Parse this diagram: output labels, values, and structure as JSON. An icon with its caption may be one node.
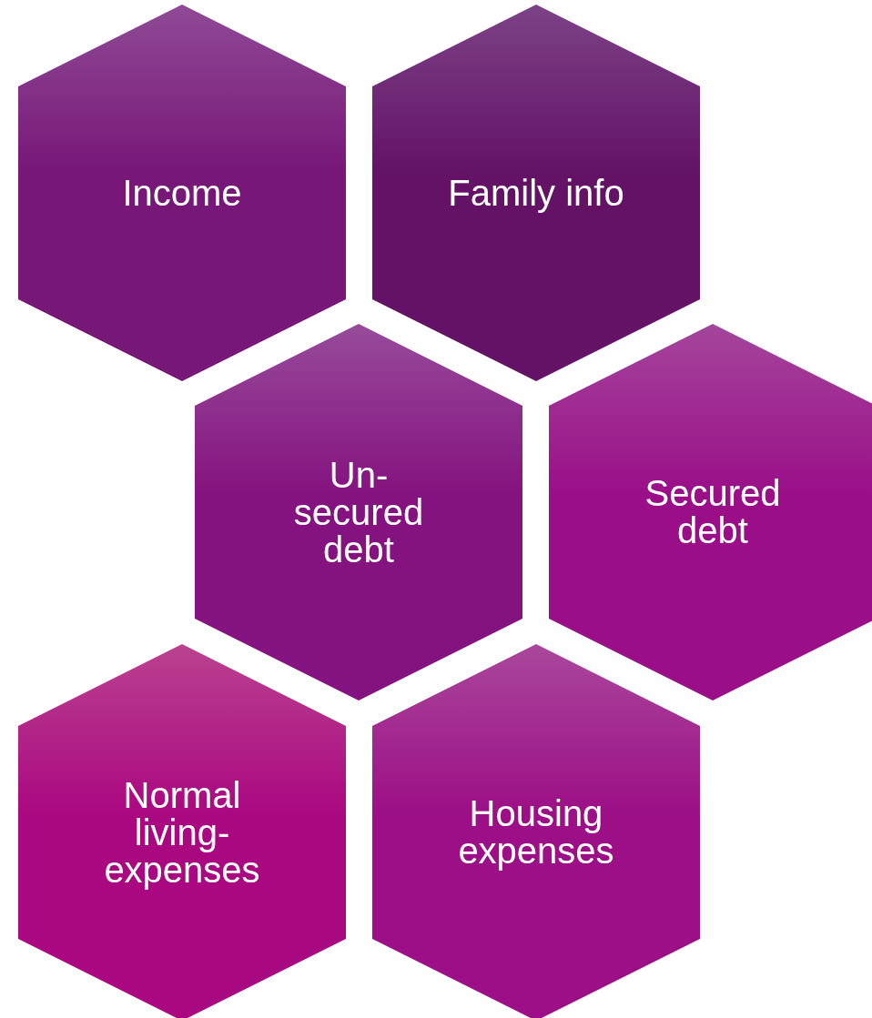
{
  "diagram": {
    "nodes": [
      {
        "text": [
          "Income"
        ]
      },
      {
        "text": [
          "Family info"
        ]
      },
      {
        "text": [
          "Un- secured debt"
        ]
      },
      {
        "text": [
          "Secured debt"
        ]
      },
      {
        "text": [
          "Normal living- expenses"
        ]
      },
      {
        "text": [
          "Housing expenses"
        ]
      }
    ]
  }
}
